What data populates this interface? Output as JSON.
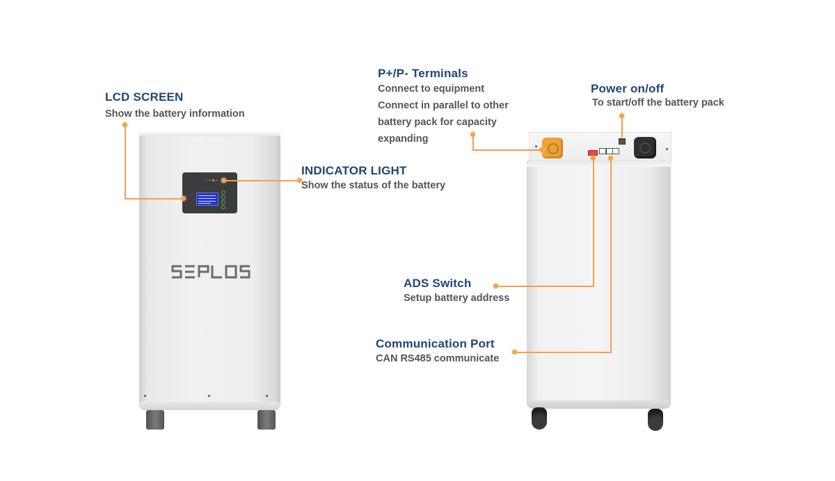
{
  "diagram": {
    "product_brand": "SEPLOS",
    "accent_color": "#f2a24a",
    "title_color": "#1f4677",
    "text_color": "#555555",
    "callouts": {
      "lcd_screen": {
        "title": "LCD SCREEN",
        "lines": [
          "Show the battery information"
        ]
      },
      "indicator_light": {
        "title": "INDICATOR LIGHT",
        "lines": [
          "Show the status of the battery"
        ]
      },
      "terminals": {
        "title": "P+/P- Terminals",
        "lines": [
          "Connect to equipment",
          "Connect in parallel to other",
          "battery pack for capacity",
          "expanding"
        ]
      },
      "power": {
        "title": "Power on/off",
        "lines": [
          "To start/off the battery pack"
        ]
      },
      "ads_switch": {
        "title": "ADS Switch",
        "lines": [
          "Setup battery address"
        ]
      },
      "comm_port": {
        "title": "Communication Port",
        "lines": [
          "CAN RS485 communicate"
        ]
      }
    }
  }
}
